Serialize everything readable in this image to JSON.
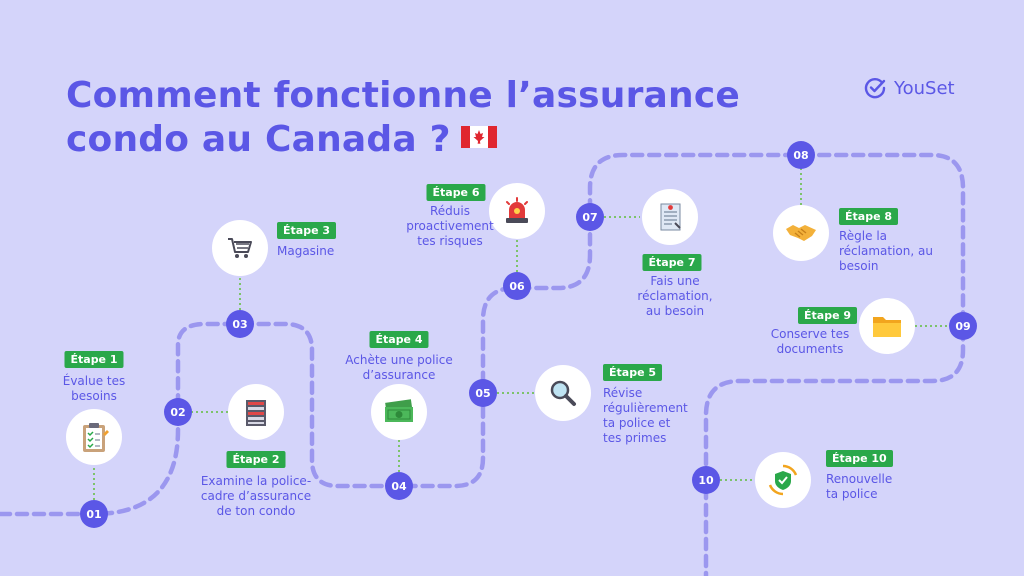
{
  "title": {
    "line1": "Comment fonctionne l’assurance",
    "line2": "condo au Canada ?"
  },
  "brand": {
    "name": "YouSet",
    "check_icon": "check-circle-icon"
  },
  "flag_icon": "canada-flag-icon",
  "colors": {
    "background": "#d4d4fa",
    "primary": "#5b57e6",
    "path": "#9b97ef",
    "badge": "#2aa84a",
    "connector": "#7cc36a"
  },
  "steps": [
    {
      "number": "01",
      "badge": "Étape 1",
      "text": "Évalue tes\nbesoins",
      "icon": "checklist-clipboard-icon"
    },
    {
      "number": "02",
      "badge": "Étape 2",
      "text": "Examine la police-\ncadre d’assurance\nde ton condo",
      "icon": "document-shelf-icon"
    },
    {
      "number": "03",
      "badge": "Étape 3",
      "text": "Magasine",
      "icon": "shopping-cart-icon"
    },
    {
      "number": "04",
      "badge": "Étape 4",
      "text": "Achète une police\nd’assurance",
      "icon": "money-bills-icon"
    },
    {
      "number": "05",
      "badge": "Étape 5",
      "text": "Révise\nrégulièrement\nta police et\ntes primes",
      "icon": "magnifying-glass-icon"
    },
    {
      "number": "06",
      "badge": "Étape 6",
      "text": "Réduis\nproactivement\ntes risques",
      "icon": "alarm-siren-icon"
    },
    {
      "number": "07",
      "badge": "Étape 7",
      "text": "Fais une\nréclamation,\nau besoin",
      "icon": "claim-form-icon"
    },
    {
      "number": "08",
      "badge": "Étape 8",
      "text": "Règle la\nréclamation, au\nbesoin",
      "icon": "handshake-icon"
    },
    {
      "number": "09",
      "badge": "Étape 9",
      "text": "Conserve tes\ndocuments",
      "icon": "folder-icon"
    },
    {
      "number": "10",
      "badge": "Étape 10",
      "text": "Renouvelle\nta police",
      "icon": "renew-shield-icon"
    }
  ]
}
